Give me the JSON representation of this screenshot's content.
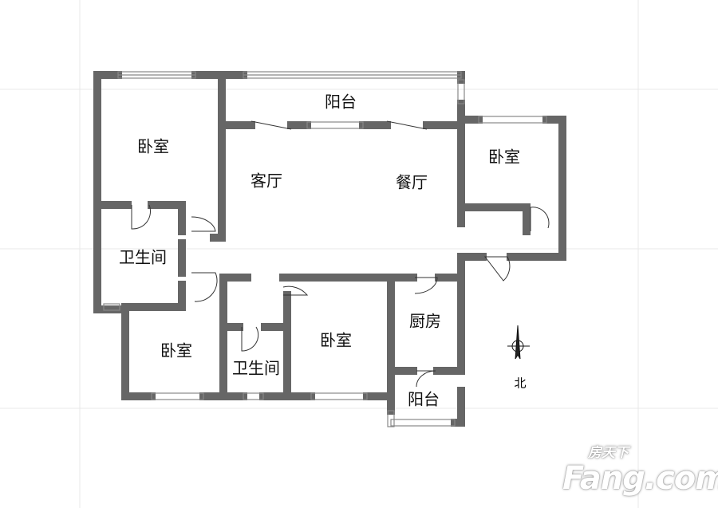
{
  "rooms": {
    "balcony_top": "阳台",
    "bedroom_nw": "卧室",
    "living_room": "客厅",
    "dining_room": "餐厅",
    "bedroom_ne": "卧室",
    "bathroom_w": "卫生间",
    "bedroom_sw": "卧室",
    "bathroom_s": "卫生间",
    "bedroom_s": "卧室",
    "kitchen": "厨房",
    "balcony_bottom": "阳台"
  },
  "compass": {
    "label": "北"
  },
  "watermark": {
    "brand": "Fang.com",
    "cn": "房天下"
  },
  "colors": {
    "wall": "#666666",
    "window": "#999999",
    "grid": "#e6e6e6"
  }
}
